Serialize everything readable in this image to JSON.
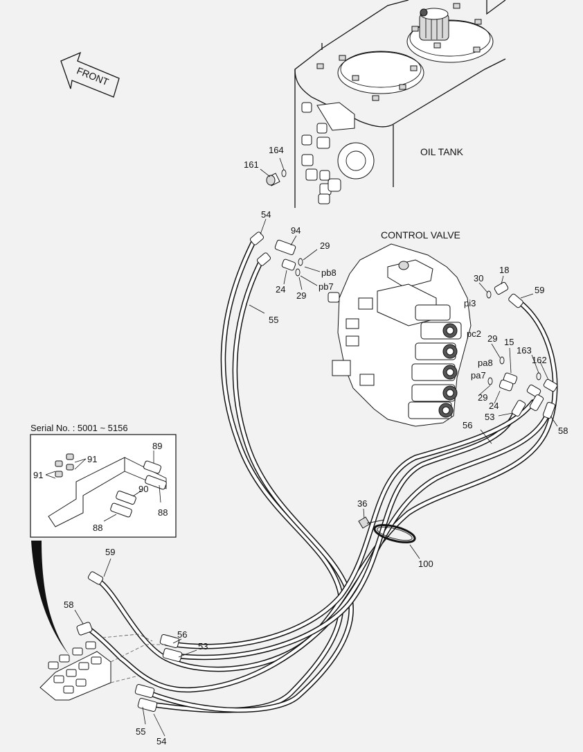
{
  "direction_label": "FRONT",
  "components": {
    "oil_tank": "OIL TANK",
    "control_valve": "CONTROL VALVE"
  },
  "inset": {
    "title": "Serial No. : 5001 ~ 5156",
    "labels": [
      "89",
      "91",
      "91",
      "90",
      "88",
      "88"
    ]
  },
  "port_labels": [
    "pb8",
    "pb7",
    "pi3",
    "pc2",
    "pa8",
    "pa7"
  ],
  "part_numbers": {
    "p161": "161",
    "p164": "164",
    "p54_top": "54",
    "p94": "94",
    "p29_a": "29",
    "p24_a": "24",
    "p29_b": "29",
    "p55_top": "55",
    "p30": "30",
    "p18": "18",
    "p59_top": "59",
    "p29_c": "29",
    "p15": "15",
    "p163": "163",
    "p162": "162",
    "p29_d": "29",
    "p24_b": "24",
    "p53_top": "53",
    "p56_top": "56",
    "p58_top": "58",
    "p36": "36",
    "p100": "100",
    "p59_bot": "59",
    "p58_bot": "58",
    "p56_bot": "56",
    "p53_bot": "53",
    "p55_bot": "55",
    "p54_bot": "54"
  }
}
